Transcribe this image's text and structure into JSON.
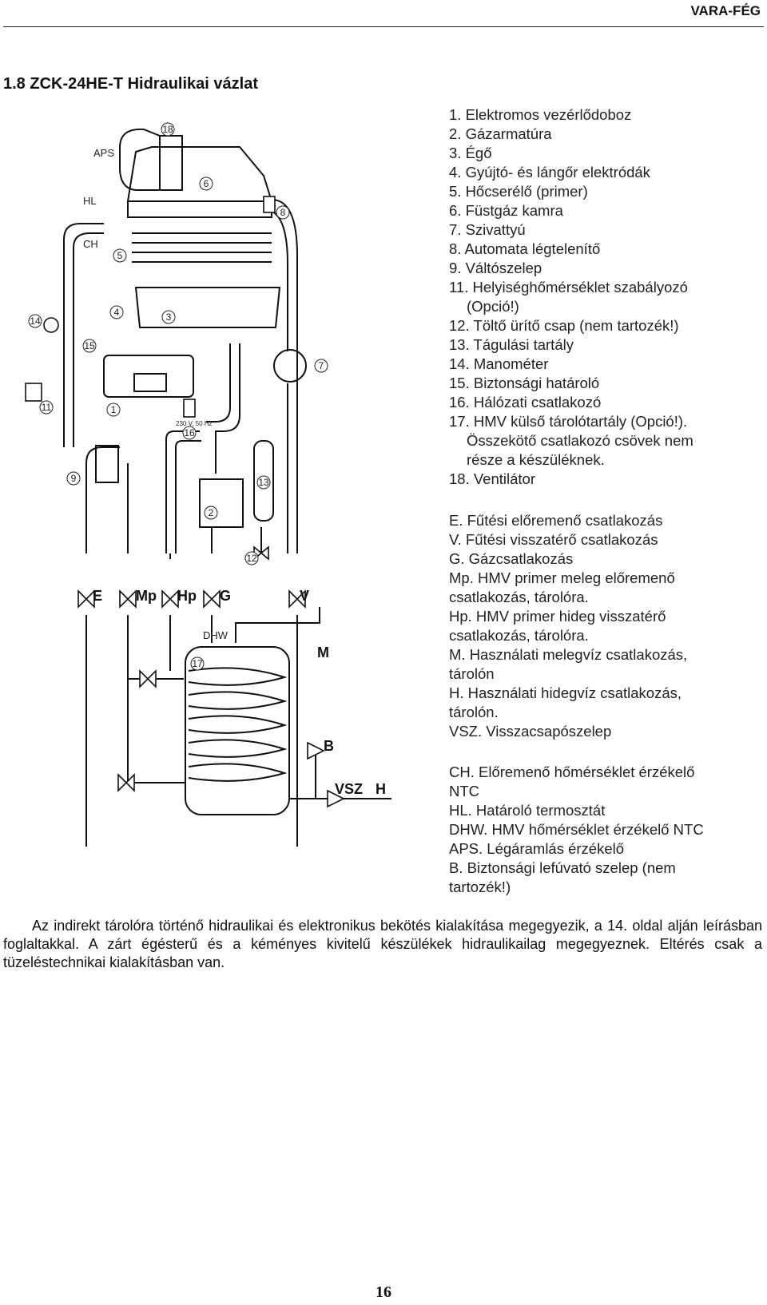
{
  "header": {
    "brand": "VARA-FÉG"
  },
  "title": "1.8 ZCK-24HE-T Hidraulikai vázlat",
  "diagram": {
    "label_aps": "APS",
    "label_hl": "HL",
    "label_ch": "CH",
    "label_dhw": "DHW",
    "label_power": "230 V, 50 Hz",
    "label_e": "E",
    "label_mp": "Mp",
    "label_hp": "Hp",
    "label_g": "G",
    "label_v": "V",
    "label_m": "M",
    "label_b": "B",
    "label_vsz": "VSZ",
    "label_h": "H",
    "n1": "1",
    "n2": "2",
    "n3": "3",
    "n4": "4",
    "n5": "5",
    "n6": "6",
    "n7": "7",
    "n8": "8",
    "n9": "9",
    "n11": "11",
    "n12": "12",
    "n13": "13",
    "n14": "14",
    "n15": "15",
    "n16": "16",
    "n17": "17",
    "n18": "18"
  },
  "components": [
    "1. Elektromos vezérlődoboz",
    "2. Gázarmatúra",
    "3. Égő",
    "4. Gyújtó- és lángőr elektródák",
    "5. Hőcserélő (primer)",
    "6. Füstgáz kamra",
    "7. Szivattyú",
    "8. Automata légtelenítő",
    "9. Váltószelep",
    "11. Helyiséghőmérséklet szabályozó",
    "(Opció!)",
    "12. Töltő ürítő csap (nem tartozék!)",
    "13. Tágulási tartály",
    "14. Manométer",
    "15. Biztonsági határoló",
    "16. Hálózati csatlakozó",
    "17. HMV külső tárolótartály (Opció!).",
    "Összekötő csatlakozó csövek nem",
    "része a készüléknek.",
    "18. Ventilátor"
  ],
  "connections": [
    "E. Fűtési előremenő csatlakozás",
    "V. Fűtési visszatérő csatlakozás",
    "G. Gázcsatlakozás",
    "Mp. HMV primer meleg előremenő",
    "csatlakozás, tárolóra.",
    "Hp. HMV primer hideg visszatérő",
    "csatlakozás, tárolóra.",
    "M. Használati melegvíz csatlakozás,",
    "tárolón",
    "H. Használati hidegvíz csatlakozás,",
    "tárolón.",
    "VSZ. Visszacsapószelep"
  ],
  "sensors": [
    "CH. Előremenő hőmérséklet érzékelő",
    "NTC",
    "HL. Határoló termosztát",
    "DHW. HMV hőmérséklet érzékelő NTC",
    "APS. Légáramlás érzékelő",
    "B. Biztonsági lefúvató szelep (nem",
    "tartozék!)"
  ],
  "note": "Az indirekt tárolóra történő hidraulikai és elektronikus bekötés kialakítása megegyezik, a 14. oldal alján leírásban foglaltakkal. A zárt égésterű és a kéményes kivitelű készülékek hidraulikailag megegyeznek. Eltérés csak a tüzeléstechnikai kialakításban van.",
  "page_number": "16"
}
